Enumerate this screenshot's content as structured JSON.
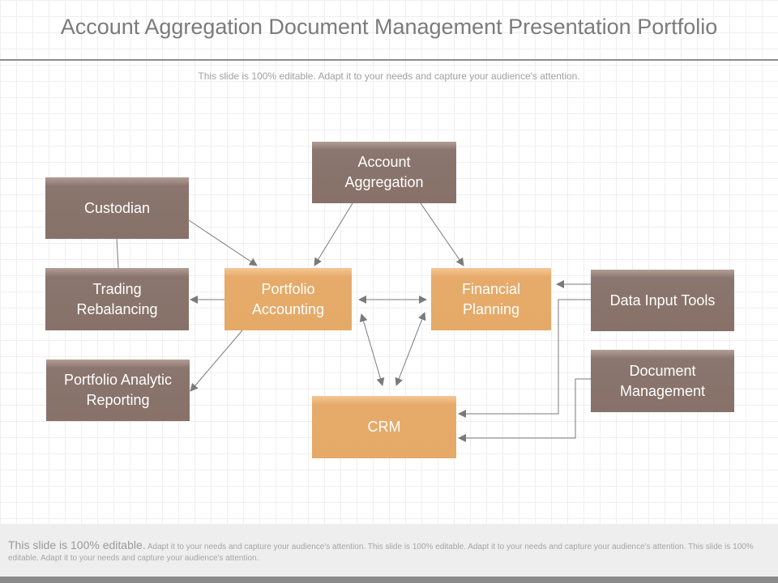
{
  "header": {
    "title": "Account Aggregation Document Management Presentation Portfolio",
    "subtitle": "This slide is 100% editable. Adapt it to your needs and capture your audience's attention."
  },
  "diagram": {
    "nodes": {
      "account_aggregation": "Account Aggregation",
      "custodian": "Custodian",
      "trading_rebalancing": "Trading Rebalancing",
      "portfolio_accounting": "Portfolio Accounting",
      "financial_planning": "Financial Planning",
      "data_input_tools": "Data Input Tools",
      "portfolio_analytic_reporting": "Portfolio Analytic Reporting",
      "document_management": "Document Management",
      "crm": "CRM"
    },
    "colors": {
      "gray_box": "#877169",
      "orange_box": "#e5a968",
      "connector": "#7a7a7a"
    }
  },
  "footer": {
    "lead": "This slide is 100% editable.",
    "body": "Adapt it to your needs and capture your audience's attention. This slide is 100% editable. Adapt it to your needs and capture your audience's attention. This slide is 100% editable. Adapt it to your needs and capture your audience's attention."
  }
}
